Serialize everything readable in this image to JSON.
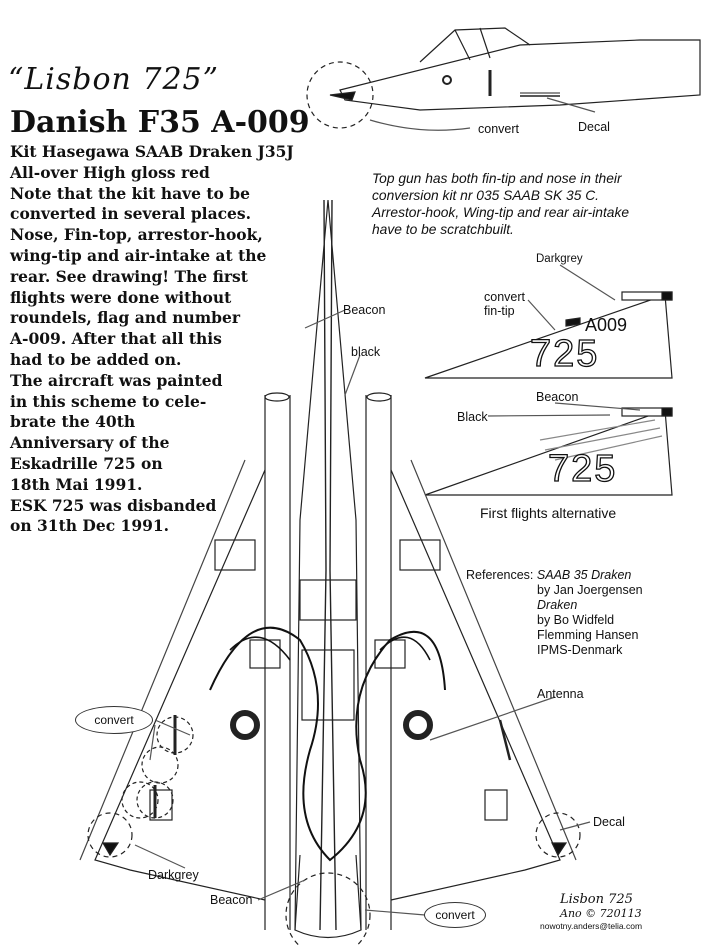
{
  "header": {
    "script_title": "“Lisbon 725”",
    "main_title": "Danish F35 A-009"
  },
  "description": [
    "Kit Hasegawa SAAB Draken J35J",
    "All-over High gloss red",
    "Note that the kit have to be",
    "converted in several places.",
    "Nose, Fin-top, arrestor-hook,",
    "wing-tip and air-intake at the",
    "rear. See drawing! The first",
    "flights were done without",
    "roundels, flag and number",
    "A-009. After that all this",
    "had to be added on.",
    "The aircraft was painted",
    "in this scheme to cele-",
    "brate the 40th",
    "Anniversary of the",
    "Eskadrille 725 on",
    "18th Mai 1991.",
    "ESK 725 was disbanded",
    "on 31th Dec 1991."
  ],
  "note": [
    "Top gun has both fin-tip and nose in their",
    "conversion kit nr 035 SAAB SK 35 C.",
    "Arrestor-hook, Wing-tip and rear air-intake",
    "have to be scratchbuilt."
  ],
  "labels": {
    "convert_top": "convert",
    "decal_top": "Decal",
    "darkgrey_fin": "Darkgrey",
    "convert_fin_1": "convert",
    "convert_fin_2": "fin-tip",
    "fin_code": "A009",
    "fin_number_1": "725",
    "beacon_fin": "Beacon",
    "black_fin": "Black",
    "fin_number_2": "725",
    "first_flights": "First flights alternative",
    "beacon_plan": "Beacon",
    "black_plan": "black",
    "antenna": "Antenna",
    "decal_plan": "Decal",
    "convert_wing": "convert",
    "darkgrey_plan": "Darkgrey",
    "beacon_bottom": "Beacon",
    "convert_bottom": "convert"
  },
  "references": {
    "prefix": "References:",
    "book1": "SAAB 35 Draken",
    "author1": "by Jan Joergensen",
    "book2": "Draken",
    "author2": "by Bo Widfeld",
    "author3": "Flemming Hansen",
    "author4": "IPMS-Denmark"
  },
  "signature": {
    "name": "Lisbon 725",
    "copyright": "Ano © 720113",
    "email": "nowotny.anders@telia.com"
  }
}
